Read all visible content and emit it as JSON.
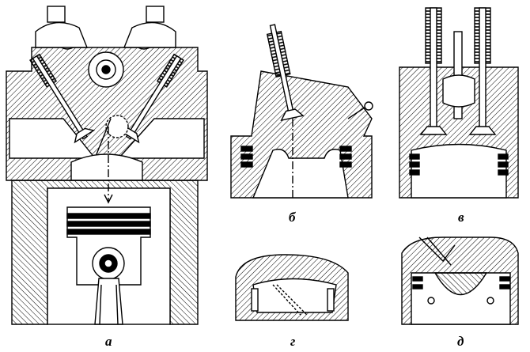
{
  "labels": {
    "a": "а",
    "b": "б",
    "v": "в",
    "g": "г",
    "d": "д"
  },
  "colors": {
    "ink": "#000000",
    "paper": "#ffffff"
  }
}
